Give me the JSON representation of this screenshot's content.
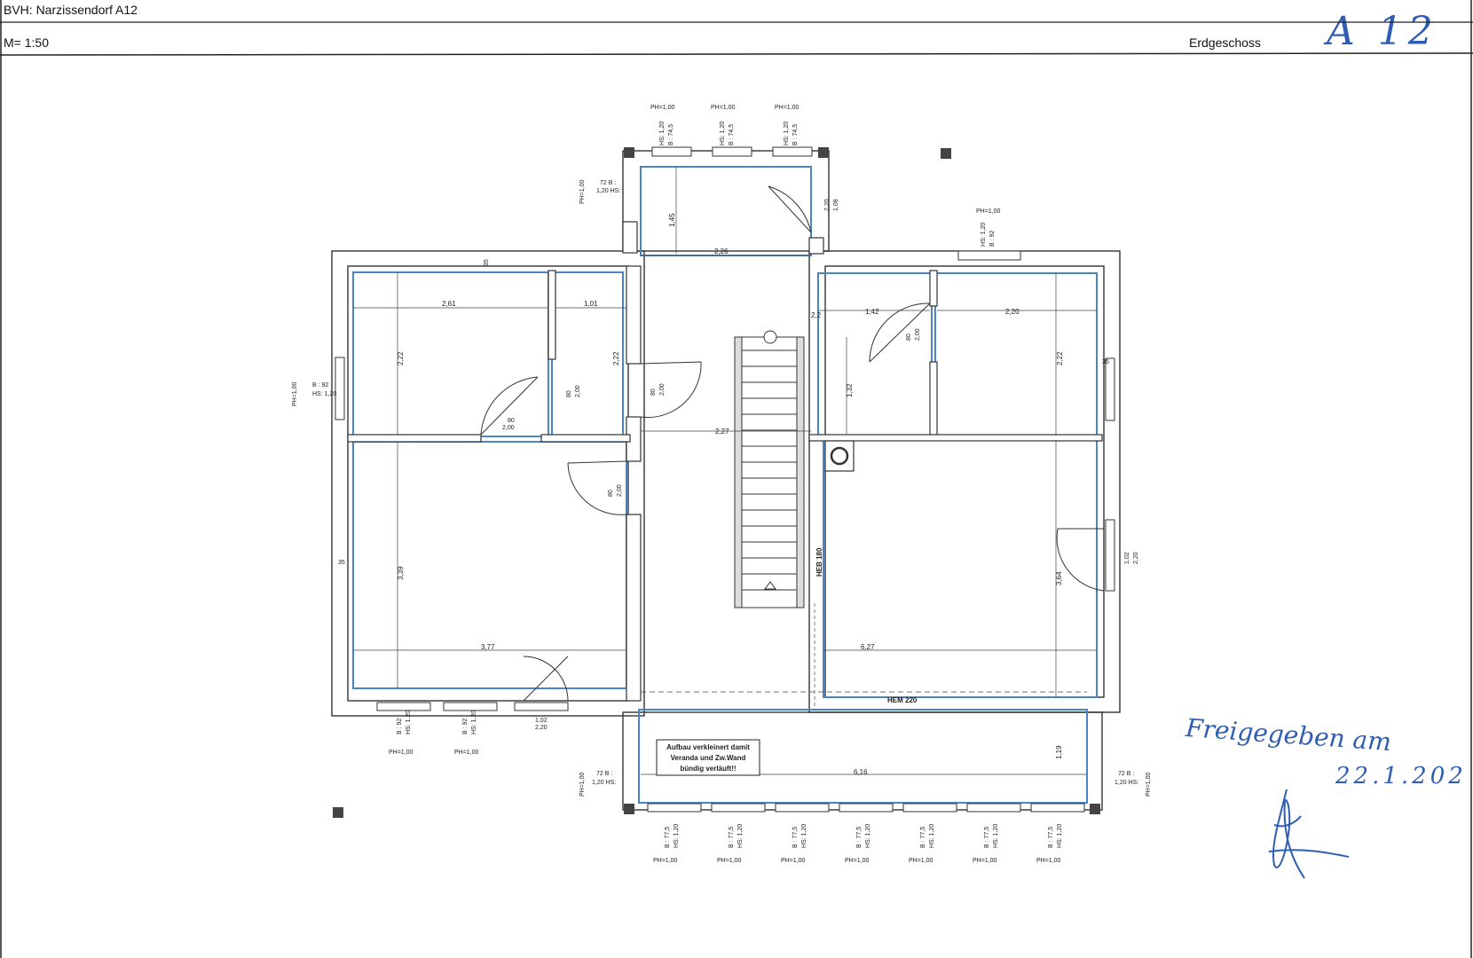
{
  "header": {
    "project": "BVH: Narzissendorf A12",
    "scale": "M= 1:50",
    "floor": "Erdgeschoss",
    "handwritten_code": "A 12"
  },
  "colors": {
    "wall": "#333333",
    "inner_line": "#4a86c5",
    "handwriting": "#2f5db3"
  },
  "windows_top": [
    {
      "ph": "PH=1,00",
      "hs": "HS: 1,20",
      "b": "B : 74,5"
    },
    {
      "ph": "PH=1,00",
      "hs": "HS: 1,20",
      "b": "B : 74,5"
    },
    {
      "ph": "PH=1,00",
      "hs": "HS: 1,20",
      "b": "B : 74,5"
    }
  ],
  "windows_bottom": [
    {
      "ph": "PH=1,00",
      "hs": "HS: 1,20",
      "b": "B : 77,5"
    },
    {
      "ph": "PH=1,00",
      "hs": "HS: 1,20",
      "b": "B : 77,5"
    },
    {
      "ph": "PH=1,00",
      "hs": "HS: 1,20",
      "b": "B : 77,5"
    },
    {
      "ph": "PH=1,00",
      "hs": "HS: 1,20",
      "b": "B : 77,5"
    },
    {
      "ph": "PH=1,00",
      "hs": "HS: 1,20",
      "b": "B : 77,5"
    },
    {
      "ph": "PH=1,00",
      "hs": "HS: 1,20",
      "b": "B : 77,5"
    },
    {
      "ph": "PH=1,00",
      "hs": "HS: 1,20",
      "b": "B : 77,5"
    }
  ],
  "windows_bottom_left": [
    {
      "ph": "PH=1,00",
      "hs": "HS: 1,20",
      "b": "B : 92"
    },
    {
      "ph": "PH=1,00",
      "hs": "HS: 1,20",
      "b": "B : 92"
    }
  ],
  "labels": {
    "win_left_ph": "PH=1,00",
    "win_left_b": "B : 92",
    "win_left_hs": "HS: 1,20",
    "win_right_ph": "PH=1,00",
    "win_right_hs": "HS: 1,20",
    "win_right_b": "B : 92",
    "ent_ph": "PH=1,00",
    "ent_b": "72 B :",
    "ent_hs": "1,20 HS:",
    "bl_ph": "PH=1,00",
    "bl_b": "72 B :",
    "bl_hs": "1,20 HS:",
    "br_ph": "PH=1,00",
    "br_b": "72 B :",
    "br_hs": "1,20 HS:",
    "d_entry": "2,20",
    "d_entry2": "1,08",
    "d_door1": "80",
    "d_door1b": "2,00",
    "d_door2": "80",
    "d_door2b": "2,00",
    "d_door3": "80",
    "d_door3b": "2,00",
    "d_door4": "80",
    "d_door4b": "2,00",
    "d_door5": "80",
    "d_door5b": "2,00",
    "d_door6": "1,02",
    "d_door6b": "2,20",
    "d_door7": "1,02",
    "d_door7b": "2,20",
    "m_226": "2,26",
    "m_145": "1,45",
    "m_261": "2,61",
    "m_101": "1,01",
    "m_222a": "2,22",
    "m_222b": "2,22",
    "m_222c": "2,22",
    "m_22": "2,2",
    "m_142": "1,42",
    "m_220": "2,20",
    "m_132": "1,32",
    "m_227": "2,27",
    "m_339": "3,39",
    "m_377": "3,77",
    "m_627": "6,27",
    "m_364": "3,64",
    "m_616": "6,16",
    "m_119": "1,19",
    "m_35a": "35",
    "m_35b": "35",
    "m_35c": "35",
    "heb": "HEB 180",
    "hem": "HEM 220",
    "note1": "Aufbau verkleinert damit",
    "note2": "Veranda und Zw.Wand",
    "note3": "bündig verläuft!!"
  },
  "handwritten_note": {
    "line1": "Freigegeben am",
    "line2": "22.1.202",
    "signature": "Signature"
  }
}
